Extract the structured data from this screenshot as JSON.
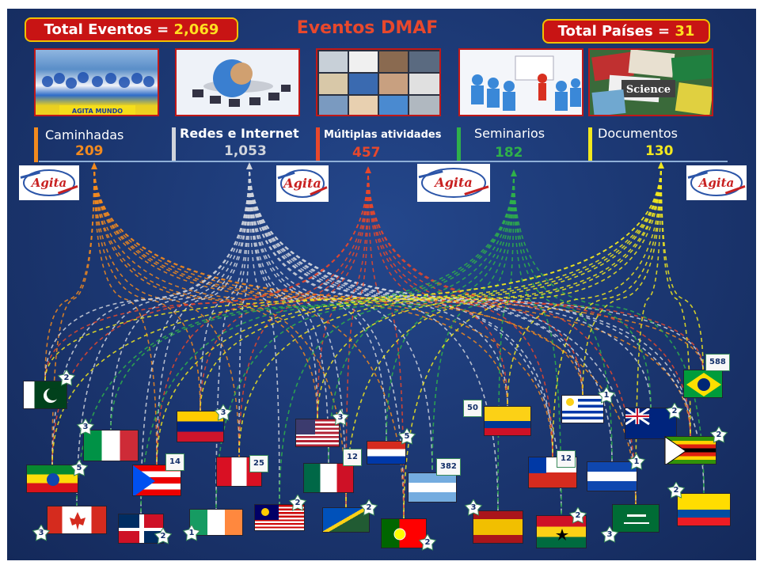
{
  "header": {
    "title": "Eventos DMAF",
    "total_events_label": "Total Eventos =",
    "total_events_value": "2,069",
    "total_countries_label": "Total Países =",
    "total_countries_value": "31"
  },
  "categories": [
    {
      "label": "Caminhadas",
      "count": "209",
      "color": "#f28a1e",
      "banner": "AGITA MUNDO"
    },
    {
      "label": "Redes e Internet",
      "count": "1,053",
      "color": "#d0d4dc"
    },
    {
      "label": "Múltiplas atividades",
      "count": "457",
      "color": "#e8482c"
    },
    {
      "label": "Seminarios",
      "count": "182",
      "color": "#2fb04a"
    },
    {
      "label": "Documentos",
      "count": "130",
      "color": "#f2e81e",
      "science_label": "Science"
    }
  ],
  "logo_text": "Agita",
  "flag_badges": {
    "pakistan": "2",
    "canada": "3",
    "ethiopia": "5",
    "italy": "3",
    "puerto_rico": "14",
    "dominican_republic": "2",
    "venezuela": "3",
    "ireland": "1",
    "peru": "25",
    "malaysia": "2",
    "usa": "3",
    "mexico": "12",
    "solomon_islands": "2",
    "paraguay": "5",
    "portugal": "2",
    "argentina": "382",
    "colombia": "50",
    "spain": "3",
    "chile": "12",
    "ghana": "2",
    "uruguay": "1",
    "el_salvador": "1",
    "saudi_arabia": "3",
    "australia": "2",
    "zimbabwe": "2",
    "ecuador": "2",
    "brazil": "588"
  },
  "colors": {
    "background": "#1c3a78",
    "box_red": "#c81414",
    "box_border": "#f0c000",
    "value_yellow": "#ffe020"
  }
}
